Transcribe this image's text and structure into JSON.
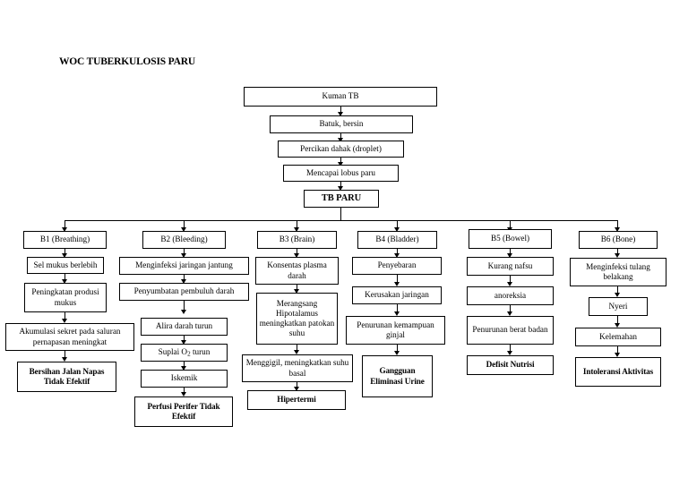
{
  "document": {
    "title": "WOC TUBERKULOSIS PARU"
  },
  "chain": {
    "kuman_tb": "Kuman TB",
    "batuk": "Batuk, bersin",
    "percikan": "Percikan dahak (droplet)",
    "lobus": "Mencapai lobus paru",
    "tb_paru": "TB PARU"
  },
  "columns": [
    {
      "key": "b1",
      "header": "B1 (Breathing)",
      "steps": [
        "Sel mukus berlebih",
        "Peningkatan produsi mukus",
        "Akumulasi sekret pada saluran pernapasan meningkat"
      ],
      "outcome": "Bersihan Jalan Napas Tidak Efektif"
    },
    {
      "key": "b2",
      "header": "B2 (Bleeding)",
      "steps": [
        "Menginfeksi jaringan jantung",
        "Penyumbatan pembuluh darah",
        "Alira darah turun",
        "Suplai O2 turun",
        "Iskemik"
      ],
      "outcome": "Perfusi Perifer Tidak Efektif"
    },
    {
      "key": "b3",
      "header": "B3 (Brain)",
      "steps": [
        "Konsentas plasma darah",
        "Merangsang Hipotalamus meningkatkan patokan suhu",
        "Menggigil, meningkatkan suhu basal"
      ],
      "outcome": "Hipertermi"
    },
    {
      "key": "b4",
      "header": "B4 (Bladder)",
      "steps": [
        "Penyebaran",
        "Kerusakan jaringan",
        "Penurunan kemampuan ginjal"
      ],
      "outcome": "Gangguan Eliminasi Urine"
    },
    {
      "key": "b5",
      "header": "B5 (Bowel)",
      "steps": [
        "Kurang nafsu",
        "anoreksia",
        "Penurunan berat badan"
      ],
      "outcome": "Defisit Nutrisi"
    },
    {
      "key": "b6",
      "header": "B6 (Bone)",
      "steps": [
        "Menginfeksi tulang belakang",
        "Nyeri",
        "Kelemahan"
      ],
      "outcome": "Intoleransi Aktivitas"
    }
  ]
}
